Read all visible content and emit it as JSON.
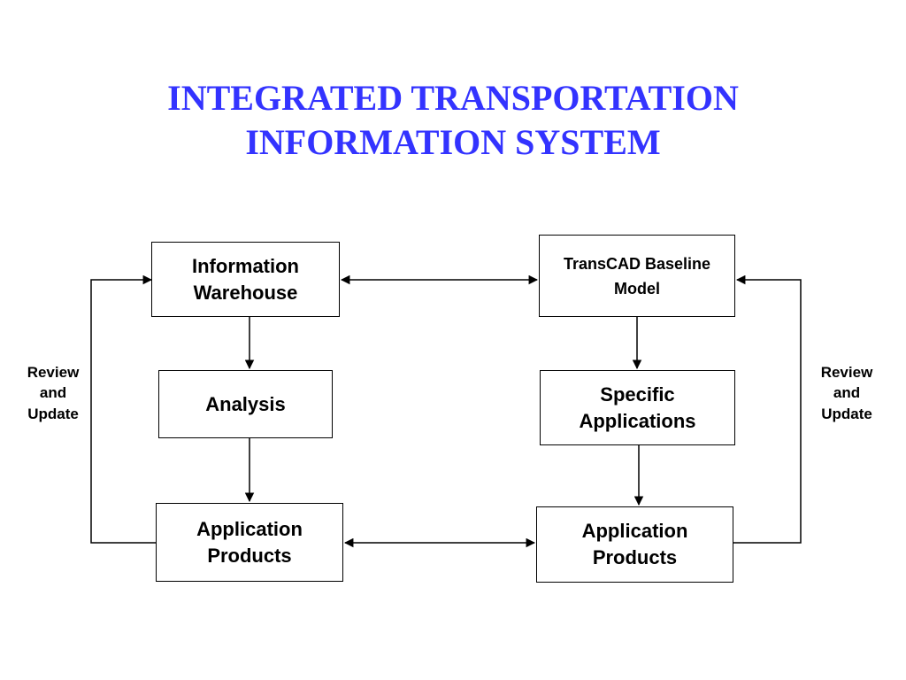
{
  "title": {
    "line1": "INTEGRATED TRANSPORTATION",
    "line2": "INFORMATION SYSTEM",
    "color": "#3333ff"
  },
  "left": {
    "warehouse": {
      "line1": "Information",
      "line2": "Warehouse"
    },
    "analysis": {
      "line1": "Analysis"
    },
    "products": {
      "line1": "Application",
      "line2": "Products"
    },
    "loop_label": {
      "line1": "Review",
      "line2": "and",
      "line3": "Update"
    }
  },
  "right": {
    "baseline": {
      "line1": "TransCAD Baseline",
      "line2": "Model"
    },
    "applications": {
      "line1": "Specific",
      "line2": "Applications"
    },
    "products": {
      "line1": "Application",
      "line2": "Products"
    },
    "loop_label": {
      "line1": "Review",
      "line2": "and",
      "line3": "Update"
    }
  }
}
